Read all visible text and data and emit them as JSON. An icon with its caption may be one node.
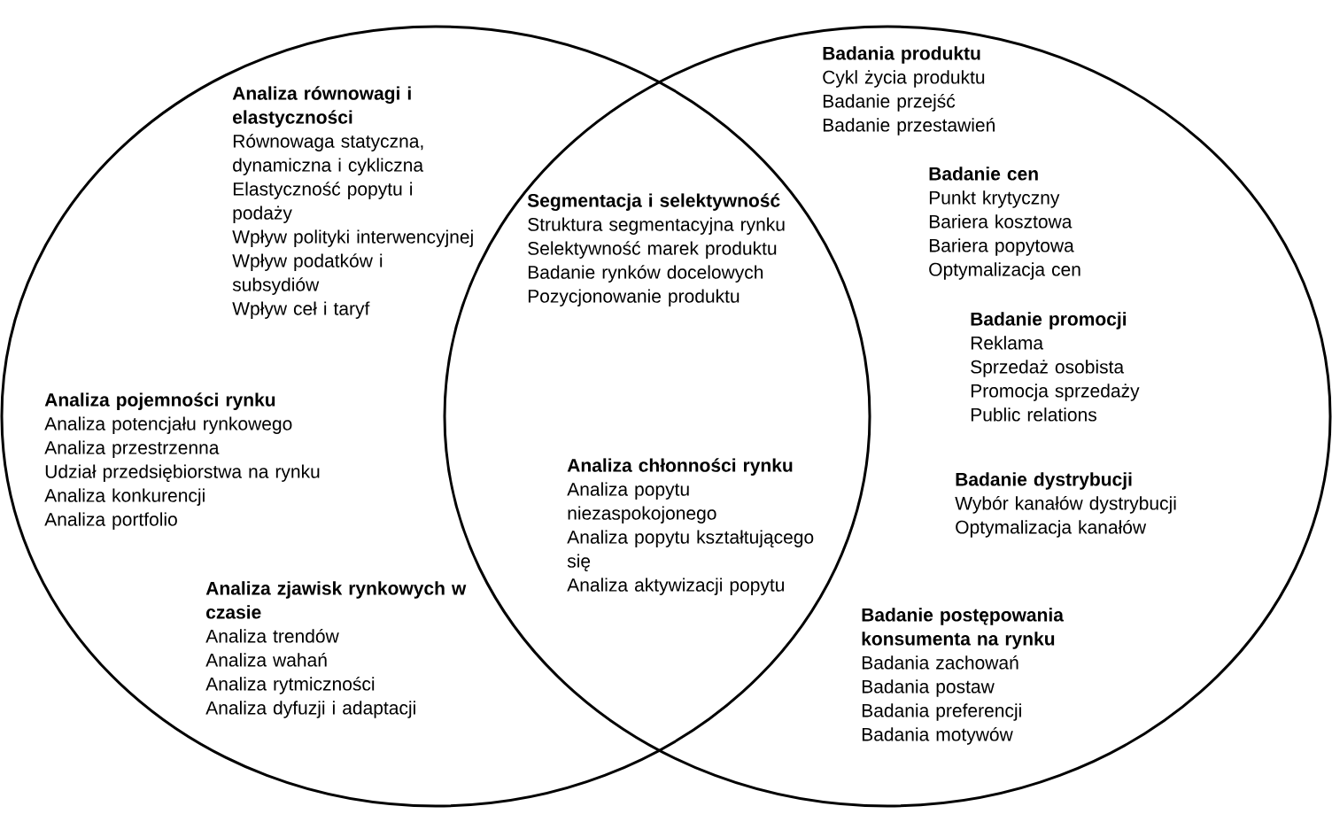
{
  "diagram": {
    "nodes": [
      {
        "text": [],
        "shape": "circle"
      },
      {
        "text": [],
        "shape": "circle"
      }
    ],
    "labels": [
      "Badania produktu",
      "Cykl życia produktu",
      "Badanie przejść",
      "Badanie przestawień",
      "Analiza równowagi i elastyczności",
      "Równowaga statyczna, dynamiczna i cykliczna",
      "Elastyczność popytu i podaży",
      "Wpływ polityki interwencyjnej",
      "Wpływ podatków i subsydiów",
      "Wpływ ceł i taryf",
      "Badanie cen",
      "Punkt krytyczny",
      "Bariera kosztowa",
      "Bariera popytowa",
      "Optymalizacja cen",
      "Segmentacja i selektywność",
      "Struktura segmentacyjna rynku",
      "Selektywność marek produktu",
      "Badanie rynków docelowych",
      "Pozycjonowanie produktu",
      "Badanie promocji",
      "Reklama",
      "Sprzedaż osobista",
      "Promocja sprzedaży",
      "Public relations",
      "Analiza pojemności rynku",
      "Analiza potencjału rynkowego",
      "Analiza przestrzenna",
      "Udział przedsiębiorstwa na rynku",
      "Analiza konkurencji",
      "Analiza portfolio",
      "Analiza chłonności rynku",
      "Analiza popytu niezaspokojonego",
      "Analiza popytu kształtującego się",
      "Analiza aktywizacji popytu",
      "Badanie dystrybucji",
      "Wybór kanałów dystrybucji",
      "Optymalizacja kanałów",
      "Analiza zjawisk rynkowych w czasie",
      "Analiza trendów",
      "Analiza wahań",
      "Analiza rytmiczności",
      "Analiza dyfuzji i adaptacji",
      "Badanie postępowania konsumenta na rynku",
      "Badania zachowań",
      "Badania postaw",
      "Badania preferencji",
      "Badania motywów"
    ]
  }
}
